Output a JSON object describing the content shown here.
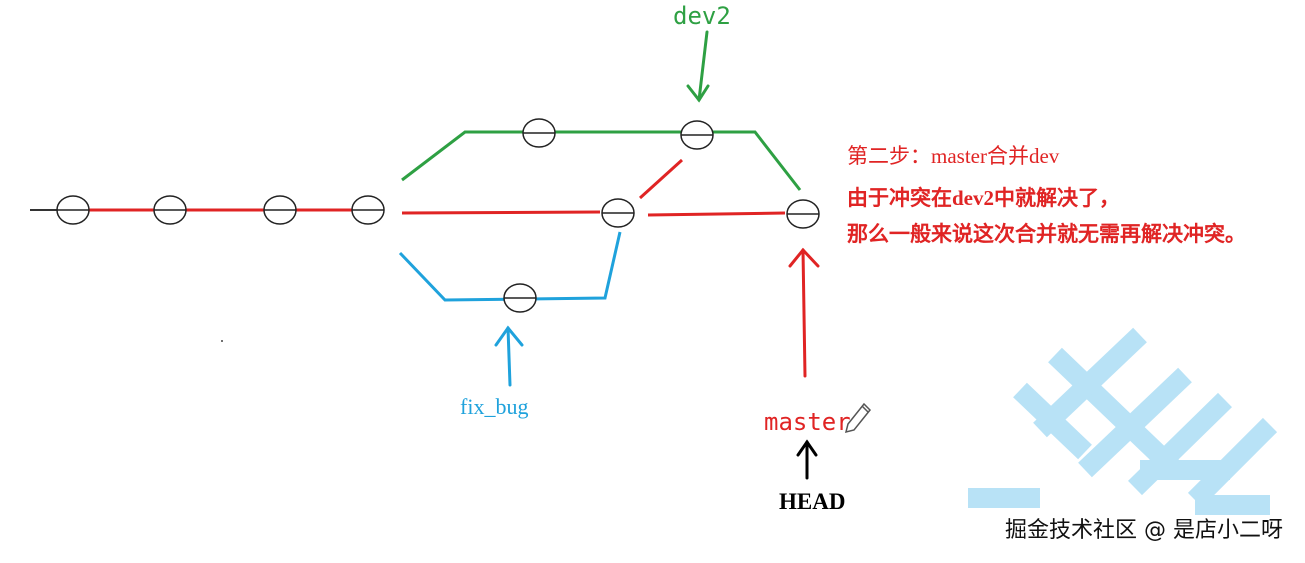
{
  "colors": {
    "green": "#2ea043",
    "red": "#e02424",
    "blue": "#1fa2dc",
    "black": "#000000",
    "watermark_logo": "#b8e2f6"
  },
  "labels": {
    "dev2": "dev2",
    "fix_bug": "fix_bug",
    "master": "master",
    "head": "HEAD"
  },
  "annotation": {
    "title": "第二步：master合并dev",
    "line1": "由于冲突在dev2中就解决了，",
    "line2": "那么一般来说这次合并就无需再解决冲突。"
  },
  "watermark": {
    "text": "掘金技术社区 @ 是店小二呀",
    "logo_icon": "juejin-logo-icon",
    "pencil_icon": "pencil-icon"
  }
}
